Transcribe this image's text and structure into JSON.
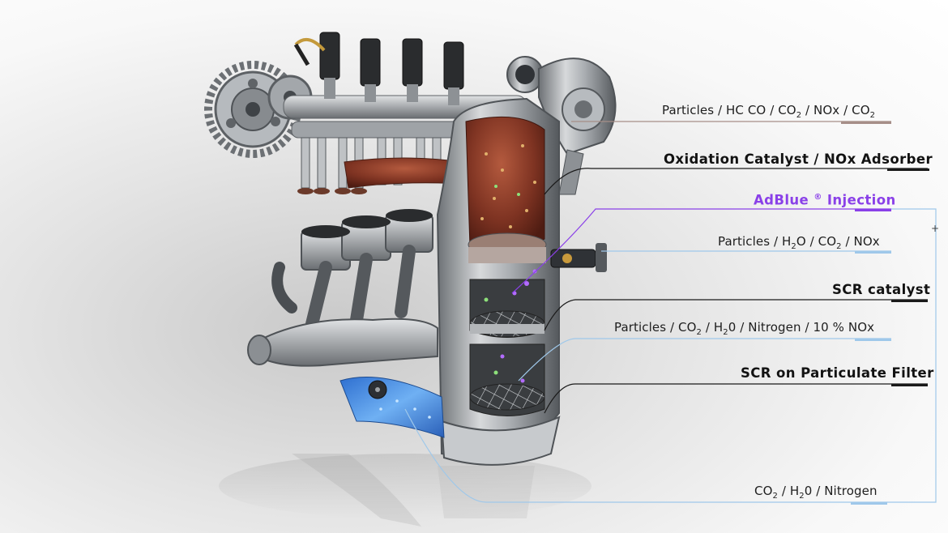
{
  "colors": {
    "exhaust_hot": "#8a3a28",
    "exhaust_clean": "#4a8fe0",
    "adblue": "#8a40e8",
    "metal": "#9ea2a6",
    "leader_dark": "#1a1a1a",
    "leader_light": "#9fc8ea",
    "leader_muted": "#a68e88"
  },
  "labels": {
    "hc_co": {
      "prefix": "Particles / HC CO / CO",
      "sub1": "2",
      "mid": " / NOx / CO",
      "sub2": "2"
    },
    "oxidation": {
      "text": "Oxidation Catalyst / NOx Adsorber"
    },
    "adblue": {
      "text": "AdBlue",
      "mark": "®",
      "suffix": " Injection"
    },
    "h2o": {
      "prefix": "Particles / H",
      "sub1": "2",
      "mid": "O / CO",
      "sub2": "2",
      "suffix": " / NOx"
    },
    "scr_catalyst": {
      "text": "SCR catalyst"
    },
    "nitrogen10": {
      "prefix": "Particles / CO",
      "sub1": "2",
      "mid": "  / H",
      "sub2": "2",
      "suffix": "0 / Nitrogen / 10 % NOx"
    },
    "scr_filter": {
      "text": "SCR on Particulate Filter"
    },
    "final": {
      "prefix": "CO",
      "sub1": "2",
      "mid": " / H",
      "sub2": "2",
      "suffix": "0 / Nitrogen"
    },
    "plus": "+"
  },
  "icons": {
    "engine": "engine-cutaway-illustration"
  }
}
